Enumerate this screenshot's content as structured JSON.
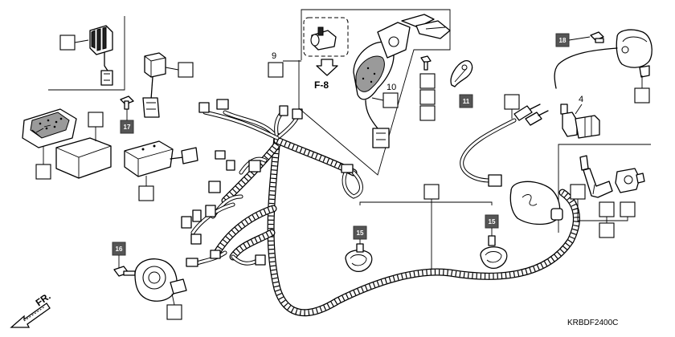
{
  "diagram_code": "KRBDF2400C",
  "callouts": {
    "item4": "4",
    "item9": "9",
    "item10": "10",
    "item11": "11",
    "item15_left": "15",
    "item15_right": "15",
    "item16": "16",
    "item17": "17",
    "item18": "18"
  },
  "reference_label": "F-8",
  "direction_label": "FR.",
  "colors": {
    "grey_callout": "#555555"
  }
}
